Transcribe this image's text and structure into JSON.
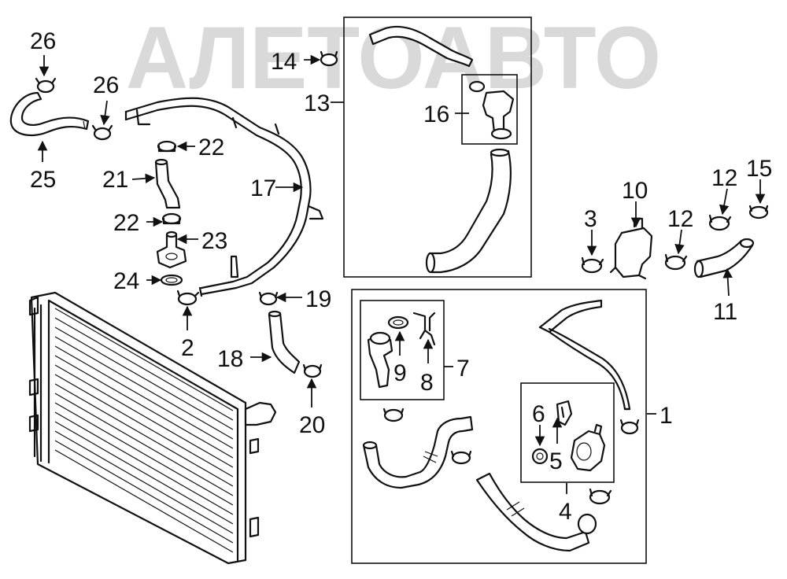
{
  "watermark": "АЛЕТОАВТО",
  "callouts": {
    "c1": "1",
    "c2": "2",
    "c3": "3",
    "c4": "4",
    "c5": "5",
    "c6": "6",
    "c7": "7",
    "c8": "8",
    "c9": "9",
    "c10": "10",
    "c11": "11",
    "c12a": "12",
    "c12b": "12",
    "c13": "13",
    "c14": "14",
    "c15": "15",
    "c16": "16",
    "c17": "17",
    "c18": "18",
    "c19": "19",
    "c20": "20",
    "c21": "21",
    "c22a": "22",
    "c22b": "22",
    "c23": "23",
    "c24": "24",
    "c25": "25",
    "c26a": "26",
    "c26b": "26"
  }
}
